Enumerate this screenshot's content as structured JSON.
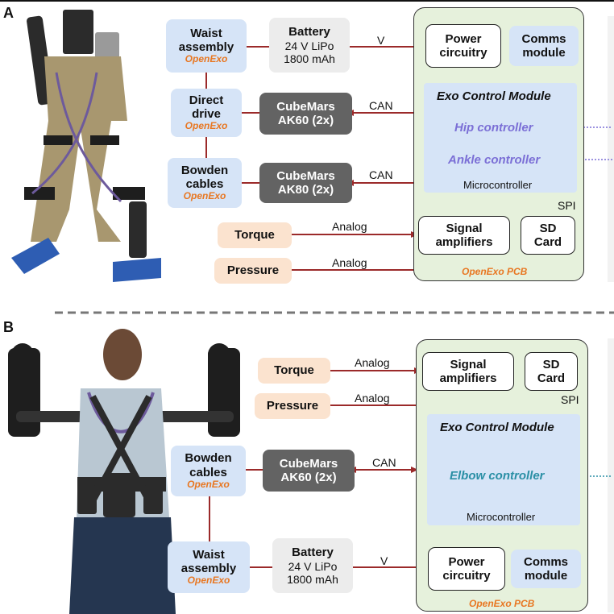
{
  "panel_a": {
    "letter": "A",
    "waist": {
      "title_1": "Waist",
      "title_2": "assembly",
      "tag": "OpenExo"
    },
    "battery": {
      "title": "Battery",
      "line1": "24 V LiPo",
      "line2": "1800 mAh"
    },
    "direct_drive": {
      "title_1": "Direct",
      "title_2": "drive",
      "tag": "OpenExo"
    },
    "motor1": {
      "line1": "CubeMars",
      "line2": "AK60 (2x)"
    },
    "bowden": {
      "title_1": "Bowden",
      "title_2": "cables",
      "tag": "OpenExo"
    },
    "motor2": {
      "line1": "CubeMars",
      "line2": "AK80 (2x)"
    },
    "torque": "Torque",
    "pressure": "Pressure",
    "power": {
      "line1": "Power",
      "line2": "circuitry"
    },
    "comms": {
      "line1": "Comms",
      "line2": "module"
    },
    "ecm_title": "Exo Control Module",
    "hip": "Hip controller",
    "ankle": "Ankle controller",
    "microcontroller": "Microcontroller",
    "signal": {
      "line1": "Signal",
      "line2": "amplifiers"
    },
    "sd": {
      "line1": "SD",
      "line2": "Card"
    },
    "pcb_tag": "OpenExo PCB",
    "lbl_v": "V",
    "lbl_can1": "CAN",
    "lbl_can2": "CAN",
    "lbl_spi": "SPI",
    "lbl_analog1": "Analog",
    "lbl_analog2": "Analog"
  },
  "panel_b": {
    "letter": "B",
    "torque": "Torque",
    "pressure": "Pressure",
    "signal": {
      "line1": "Signal",
      "line2": "amplifiers"
    },
    "sd": {
      "line1": "SD",
      "line2": "Card"
    },
    "ecm_title": "Exo Control Module",
    "elbow": "Elbow controller",
    "microcontroller": "Microcontroller",
    "bowden": {
      "title_1": "Bowden",
      "title_2": "cables",
      "tag": "OpenExo"
    },
    "motor": {
      "line1": "CubeMars",
      "line2": "AK60 (2x)"
    },
    "waist": {
      "title_1": "Waist",
      "title_2": "assembly",
      "tag": "OpenExo"
    },
    "battery": {
      "title": "Battery",
      "line1": "24 V LiPo",
      "line2": "1800 mAh"
    },
    "power": {
      "line1": "Power",
      "line2": "circuitry"
    },
    "comms": {
      "line1": "Comms",
      "line2": "module"
    },
    "pcb_tag": "OpenExo PCB",
    "lbl_analog1": "Analog",
    "lbl_analog2": "Analog",
    "lbl_spi": "SPI",
    "lbl_can": "CAN",
    "lbl_v": "V"
  },
  "colors": {
    "arrow": "#9b2a2a",
    "hip": "#7b6fd6",
    "elbow": "#2a8fa5",
    "tag": "#e87722"
  }
}
